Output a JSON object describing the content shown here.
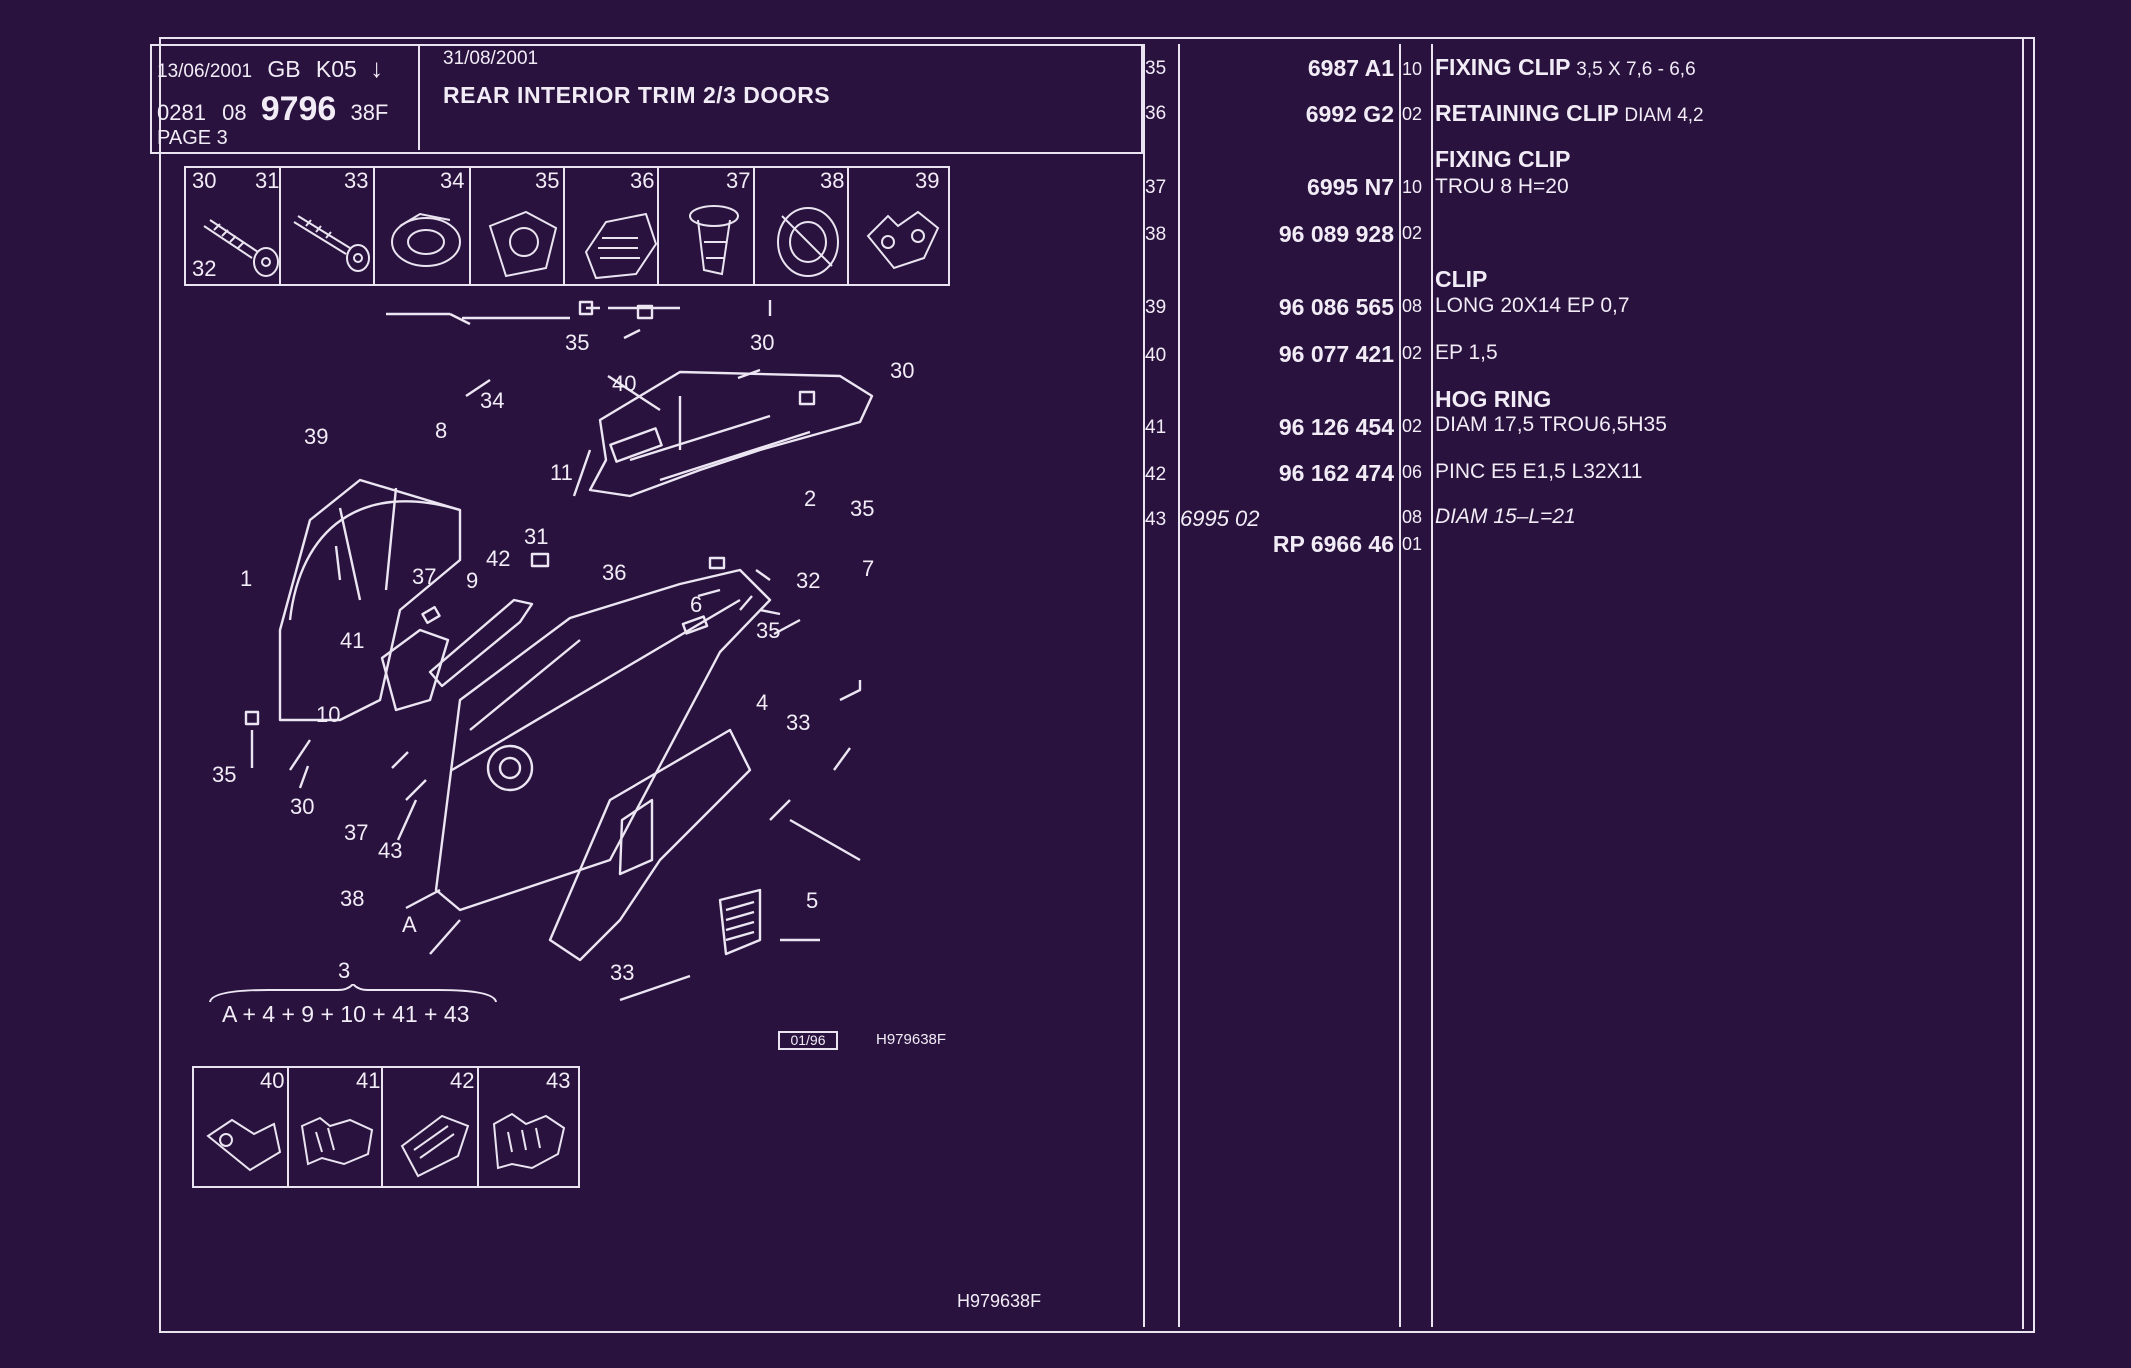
{
  "header": {
    "date": "13/06/2001",
    "country": "GB",
    "code": "K05",
    "arrow": "↓",
    "group": "0281",
    "section": "08",
    "model": "9796",
    "suffix": "38F",
    "page": "PAGE 3",
    "edition_date": "31/08/2001",
    "title": "REAR INTERIOR TRIM 2/3 DOORS"
  },
  "top_icons": {
    "labels": [
      "30",
      "31",
      "33",
      "34",
      "35",
      "36",
      "37",
      "38",
      "39"
    ],
    "sub_label": "32"
  },
  "bottom_icons": {
    "labels": [
      "40",
      "41",
      "42",
      "43"
    ]
  },
  "diagram": {
    "callouts": [
      "35",
      "30",
      "40",
      "30",
      "34",
      "8",
      "39",
      "11",
      "2",
      "35",
      "31",
      "42",
      "36",
      "7",
      "1",
      "37",
      "9",
      "32",
      "41",
      "6",
      "35",
      "10",
      "4",
      "33",
      "35",
      "30",
      "37",
      "43",
      "38",
      "A",
      "5",
      "33"
    ],
    "formula_number": "3",
    "formula": "A + 4 + 9 + 10 + 41 + 43",
    "stamp": "01/96",
    "ref_code": "H979638F"
  },
  "footer_code": "H979638F",
  "parts": [
    {
      "num": "35",
      "ref": "6987 A1",
      "qty": "10",
      "name": "FIXING CLIP",
      "desc": "3,5 X 7,6 - 6,6"
    },
    {
      "num": "36",
      "ref": "6992 G2",
      "qty": "02",
      "name": "RETAINING CLIP",
      "desc": "DIAM 4,2"
    },
    {
      "num": "37",
      "ref": "6995 N7",
      "qty": "10",
      "name": "FIXING CLIP",
      "desc": "TROU 8 H=20"
    },
    {
      "num": "38",
      "ref": "96 089 928",
      "qty": "02",
      "name": "",
      "desc": ""
    },
    {
      "num": "39",
      "ref": "96 086 565",
      "qty": "08",
      "name": "CLIP",
      "desc": "LONG 20X14 EP 0,7"
    },
    {
      "num": "40",
      "ref": "96 077 421",
      "qty": "02",
      "name": "",
      "desc": "EP 1,5"
    },
    {
      "num": "41",
      "ref": "96 126 454",
      "qty": "02",
      "name": "HOG RING",
      "desc": "DIAM 17,5 TROU6,5H35"
    },
    {
      "num": "42",
      "ref": "96 162 474",
      "qty": "06",
      "name": "",
      "desc": "PINC E5 E1,5 L32X11"
    },
    {
      "num": "43",
      "ref_old": "6995 02",
      "ref": "RP 6966 46",
      "qty_old": "08",
      "qty": "01",
      "name": "",
      "desc": "DIAM 15–L=21"
    }
  ],
  "colors": {
    "background": "#2a123f",
    "ink": "#f1ecf6"
  }
}
